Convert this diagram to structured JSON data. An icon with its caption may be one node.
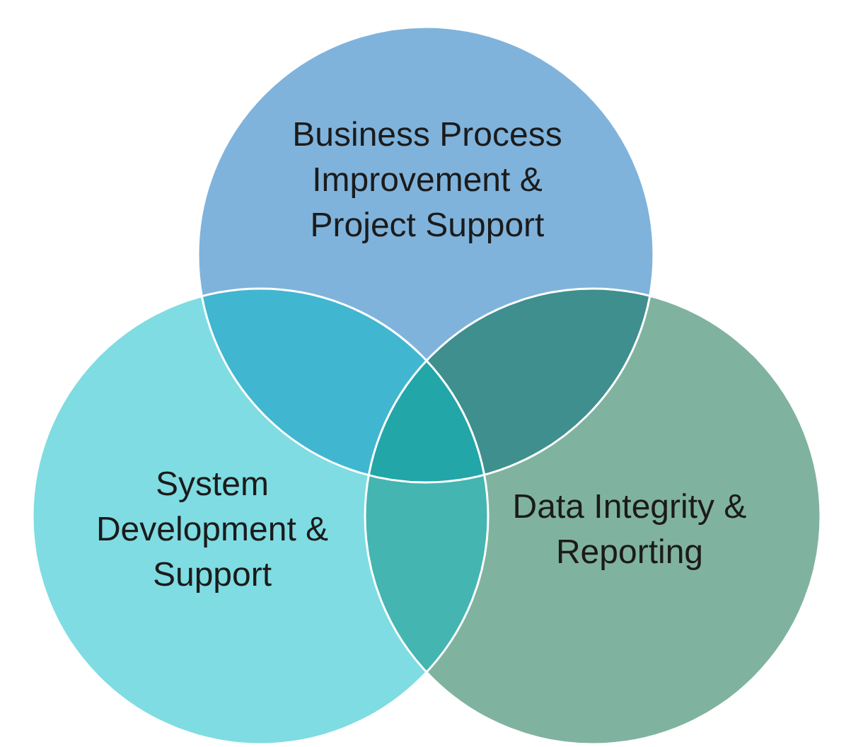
{
  "diagram": {
    "nodes": [
      {
        "text": [
          "Business Process Improvement & Project Support"
        ]
      },
      {
        "text": [
          "System Development & Support"
        ]
      },
      {
        "text": [
          "Data Integrity & Reporting"
        ]
      }
    ]
  }
}
